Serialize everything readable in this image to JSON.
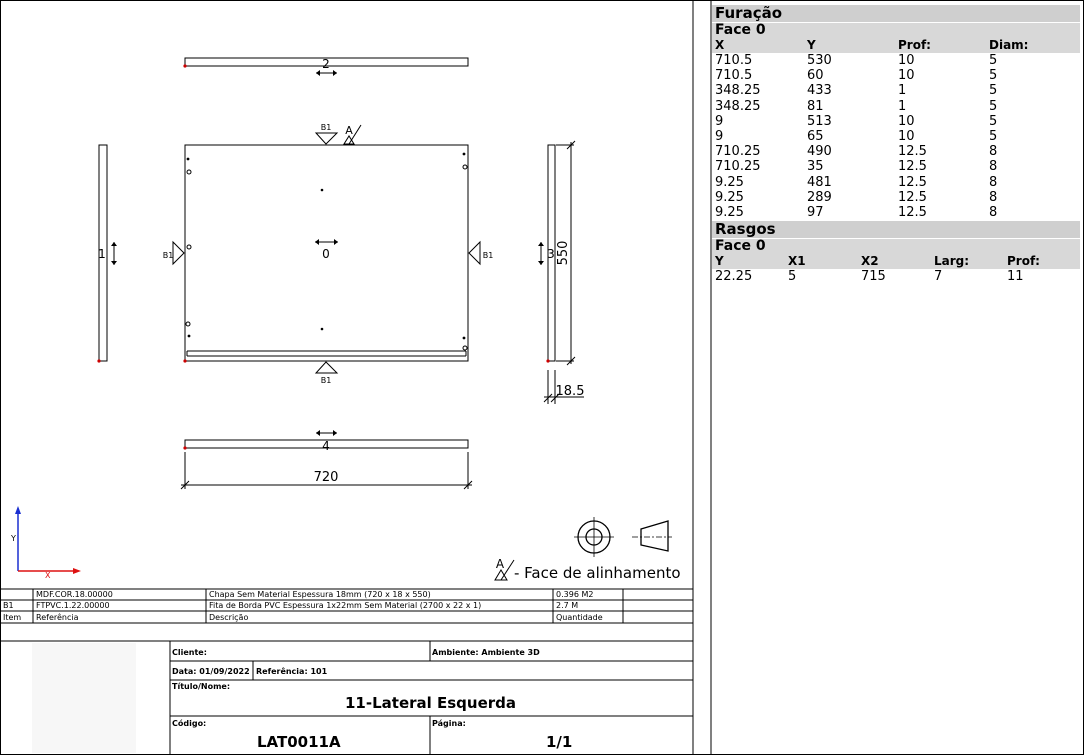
{
  "drawing": {
    "part_labels": {
      "top": "2",
      "left": "1",
      "center": "0",
      "right": "3",
      "bottom": "4"
    },
    "edge_band_marker": "B1",
    "alignment_marker": "A",
    "dimensions": {
      "width": "720",
      "height": "550",
      "thickness": "18.5"
    },
    "axes": {
      "x": "X",
      "y": "Y"
    },
    "alignment_legend": "- Face de alinhamento"
  },
  "materials": {
    "rows": [
      {
        "item": "",
        "ref": "MDF.COR.18.00000",
        "desc": "Chapa Sem Material Espessura 18mm (720  x  18  x  550)",
        "qty": "0.396 M2"
      },
      {
        "item": "B1",
        "ref": "FTPVC.1.22.00000",
        "desc": "Fita de Borda PVC Espessura 1x22mm Sem Material (2700  x  22  x  1)",
        "qty": "2.7 M"
      }
    ],
    "header": {
      "item": "Item",
      "ref": "Referência",
      "desc": "Descrição",
      "qty": "Quantidade"
    }
  },
  "title_block": {
    "cliente_label": "Cliente:",
    "ambiente_label": "Ambiente:",
    "ambiente_value": "Ambiente 3D",
    "data_label": "Data:",
    "data_value": "01/09/2022",
    "referencia_label": "Referência:",
    "referencia_value": "101",
    "titulo_label": "Título/Nome:",
    "titulo_value": "11-Lateral Esquerda",
    "codigo_label": "Código:",
    "codigo_value": "LAT0011A",
    "pagina_label": "Página:",
    "pagina_value": "1/1"
  },
  "furacao": {
    "title": "Furação",
    "face": "Face   0",
    "headers": [
      "X",
      "Y",
      "Prof:",
      "Diam:"
    ],
    "rows": [
      [
        "710.5",
        "530",
        "10",
        "5"
      ],
      [
        "710.5",
        "60",
        "10",
        "5"
      ],
      [
        "348.25",
        "433",
        "1",
        "5"
      ],
      [
        "348.25",
        "81",
        "1",
        "5"
      ],
      [
        "9",
        "513",
        "10",
        "5"
      ],
      [
        "9",
        "65",
        "10",
        "5"
      ],
      [
        "710.25",
        "490",
        "12.5",
        "8"
      ],
      [
        "710.25",
        "35",
        "12.5",
        "8"
      ],
      [
        "9.25",
        "481",
        "12.5",
        "8"
      ],
      [
        "9.25",
        "289",
        "12.5",
        "8"
      ],
      [
        "9.25",
        "97",
        "12.5",
        "8"
      ]
    ]
  },
  "rasgos": {
    "title": "Rasgos",
    "face": "Face   0",
    "headers": [
      "Y",
      "X1",
      "X2",
      "Larg:",
      "Prof:"
    ],
    "rows": [
      [
        "22.25",
        "5",
        "715",
        "7",
        "11"
      ]
    ]
  }
}
